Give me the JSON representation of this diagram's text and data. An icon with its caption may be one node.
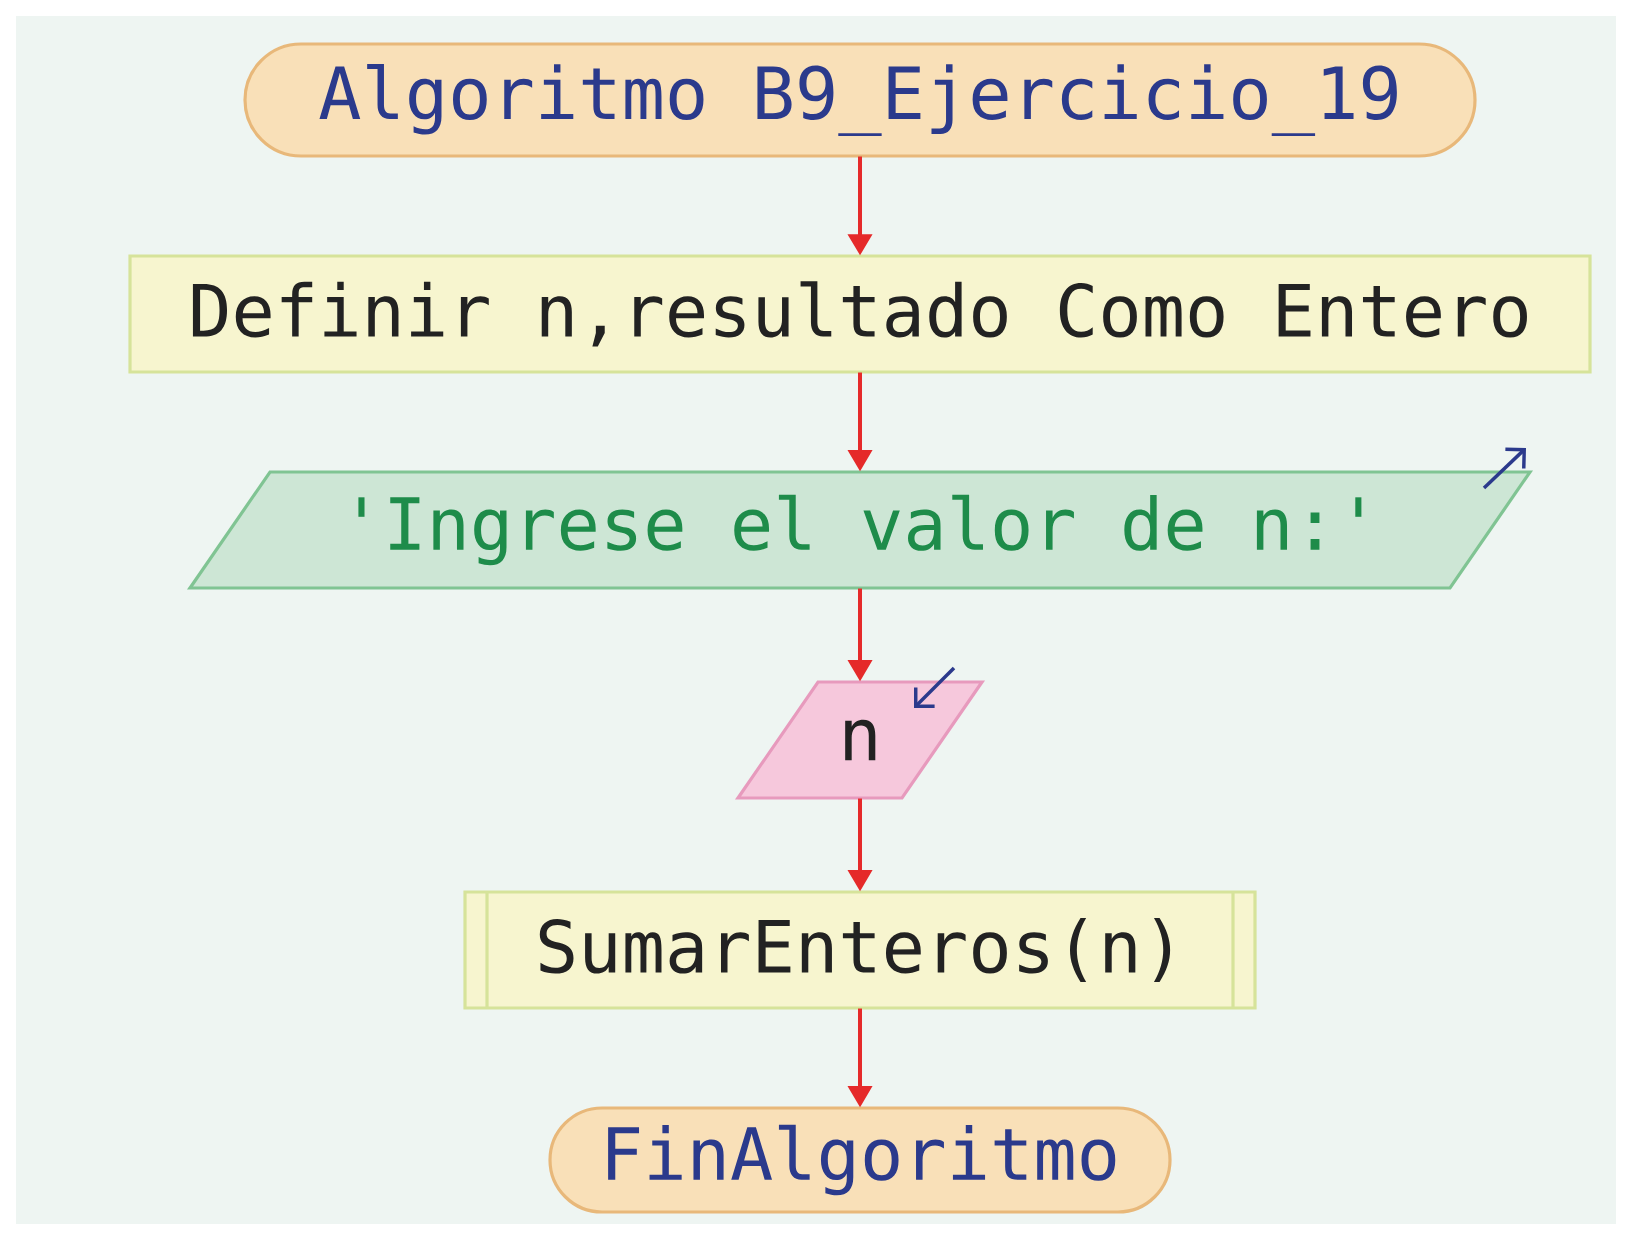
{
  "diagram": {
    "nodes": [
      {
        "text": [
          "Algoritmo B9_Ejercicio_19"
        ]
      },
      {
        "text": [
          "Definir n,resultado Como Entero"
        ]
      },
      {
        "text": [
          "'Ingrese el valor de n:'"
        ]
      },
      {
        "text": [
          "n"
        ]
      },
      {
        "text": [
          "SumarEnteros(n)"
        ]
      },
      {
        "text": [
          "FinAlgoritmo"
        ]
      }
    ],
    "edges": [
      {
        "from": 0,
        "to": 1,
        "arrow": "to"
      },
      {
        "from": 1,
        "to": 2,
        "arrow": "to"
      },
      {
        "from": 2,
        "to": 3,
        "arrow": "to"
      },
      {
        "from": 3,
        "to": 4,
        "arrow": "to"
      },
      {
        "from": 4,
        "to": 5,
        "arrow": "to"
      }
    ]
  }
}
